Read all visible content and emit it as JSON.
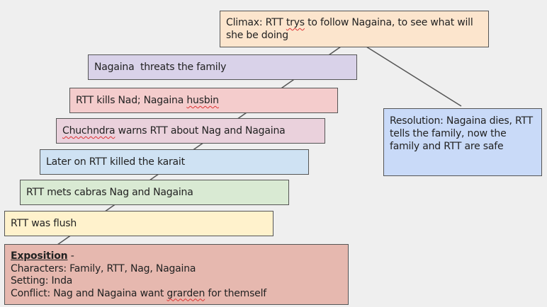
{
  "climax": {
    "prefix": "Climax: RTT ",
    "misspelled": "trys",
    "rest": " to follow Nagaina, to see what will she be doing"
  },
  "events": [
    {
      "text": "Nagaina  threats the family"
    },
    {
      "prefix": "RTT kills Nad; Nagaina ",
      "misspelled": "husbin"
    },
    {
      "misspelled": "Chuchndra",
      "rest": " warns RTT about Nag and Nagaina"
    },
    {
      "text": "Later on RTT killed the karait"
    },
    {
      "text": "RTT mets cabras Nag and Nagaina"
    },
    {
      "text": "RTT was flush"
    }
  ],
  "exposition": {
    "title": "Exposition",
    "dash": " -",
    "characters": "Characters: Family, RTT, Nag, Nagaina",
    "setting": "Setting: Inda",
    "conflict_prefix": "Conflict: Nag and Nagaina want ",
    "conflict_misspelled": "grarden",
    "conflict_rest": " for themself"
  },
  "resolution": {
    "text": "Resolution: Nagaina dies, RTT tells the family, now the family and RTT are safe"
  },
  "colors": {
    "background": "#efefef",
    "climax": "#fce5cd",
    "event1": "#d9d2e9",
    "event2": "#f4cccc",
    "event3": "#ead1dc",
    "event4": "#cfe2f3",
    "event5": "#d9ead3",
    "event6": "#fff2cc",
    "exposition": "#e6b8af",
    "resolution": "#c9daf8"
  }
}
